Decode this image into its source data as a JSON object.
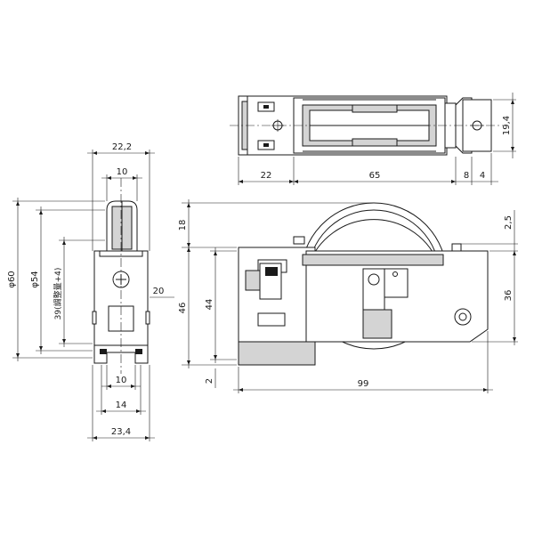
{
  "dimensions": {
    "side_width_top": "22,2",
    "side_width_inner_top": "10",
    "side_outer_dia": "φ60",
    "side_wheel_dia": "φ54",
    "side_height_adjust": "39(調整量+4)",
    "side_offset": "20",
    "side_width_inner_bottom": "10",
    "side_width_mid_bottom": "14",
    "side_width_bottom": "23,4",
    "top_len_left": "22",
    "top_len_mid": "65",
    "top_len_r1": "8",
    "top_len_r2": "4",
    "top_height": "19,4",
    "front_height_top": "18",
    "front_height_total": "46",
    "front_height_body": "44",
    "front_height_bottom": "2",
    "front_right_gap": "2,5",
    "front_right_height": "36",
    "front_length": "99"
  }
}
